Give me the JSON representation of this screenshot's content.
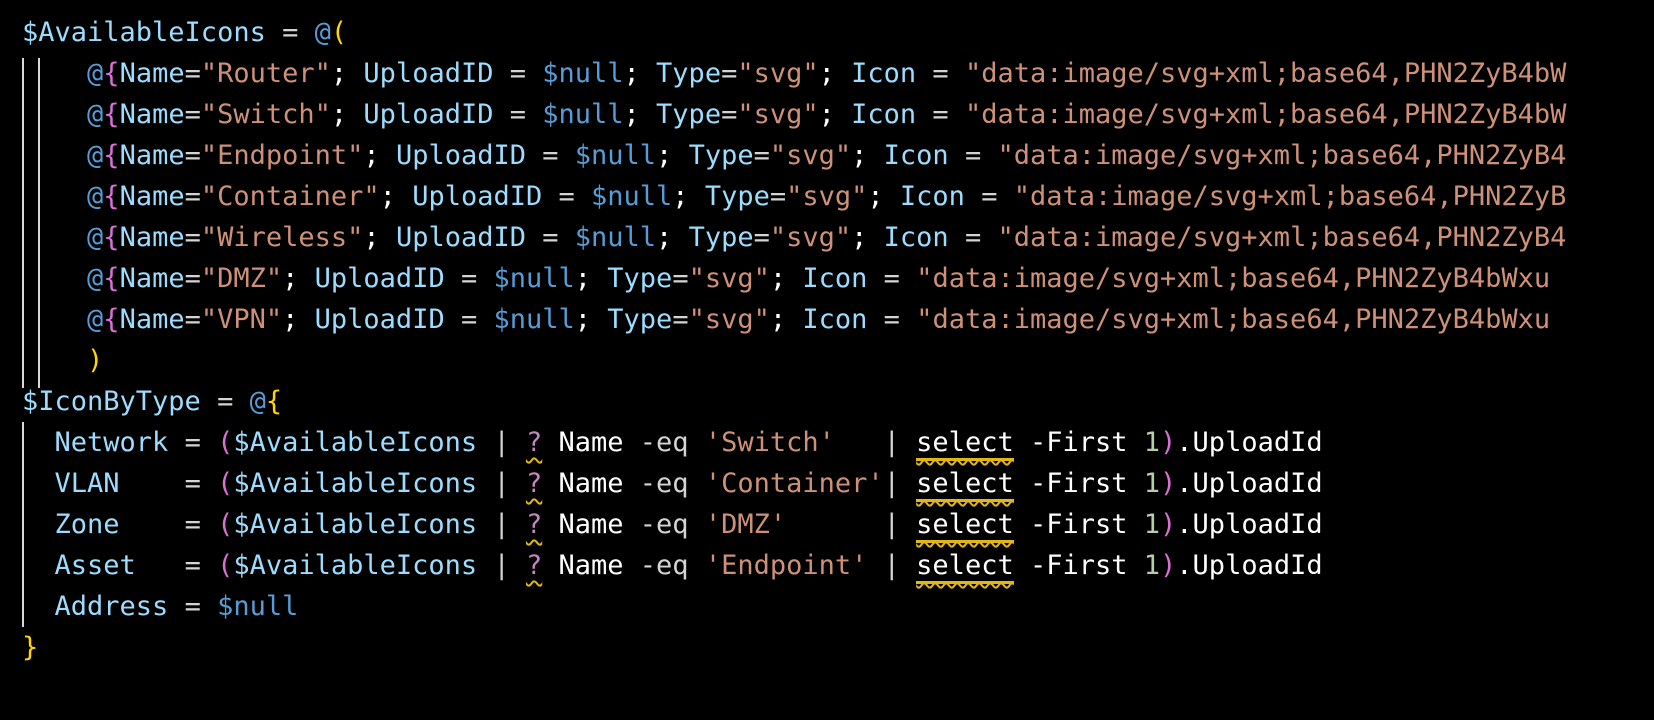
{
  "editor": {
    "language": "powershell",
    "lines": [
      [
        [
          "$AvailableIcons",
          "var"
        ],
        [
          " = ",
          "op"
        ],
        [
          "@",
          "at"
        ],
        [
          "(",
          "br1"
        ]
      ],
      [
        [
          "    ",
          "op"
        ],
        [
          "@",
          "at"
        ],
        [
          "{",
          "br2"
        ],
        [
          "Name",
          "key"
        ],
        [
          "=",
          "op"
        ],
        [
          "\"Router\"",
          "str"
        ],
        [
          "; ",
          "plain"
        ],
        [
          "UploadID",
          "key"
        ],
        [
          " = ",
          "op"
        ],
        [
          "$null",
          "nul"
        ],
        [
          "; ",
          "plain"
        ],
        [
          "Type",
          "key"
        ],
        [
          "=",
          "op"
        ],
        [
          "\"svg\"",
          "str"
        ],
        [
          "; ",
          "plain"
        ],
        [
          "Icon",
          "key"
        ],
        [
          " = ",
          "op"
        ],
        [
          "\"data:image/svg+xml;base64,PHN2ZyB4bW",
          "str"
        ]
      ],
      [
        [
          "    ",
          "op"
        ],
        [
          "@",
          "at"
        ],
        [
          "{",
          "br2"
        ],
        [
          "Name",
          "key"
        ],
        [
          "=",
          "op"
        ],
        [
          "\"Switch\"",
          "str"
        ],
        [
          "; ",
          "plain"
        ],
        [
          "UploadID",
          "key"
        ],
        [
          " = ",
          "op"
        ],
        [
          "$null",
          "nul"
        ],
        [
          "; ",
          "plain"
        ],
        [
          "Type",
          "key"
        ],
        [
          "=",
          "op"
        ],
        [
          "\"svg\"",
          "str"
        ],
        [
          "; ",
          "plain"
        ],
        [
          "Icon",
          "key"
        ],
        [
          " = ",
          "op"
        ],
        [
          "\"data:image/svg+xml;base64,PHN2ZyB4bW",
          "str"
        ]
      ],
      [
        [
          "    ",
          "op"
        ],
        [
          "@",
          "at"
        ],
        [
          "{",
          "br2"
        ],
        [
          "Name",
          "key"
        ],
        [
          "=",
          "op"
        ],
        [
          "\"Endpoint\"",
          "str"
        ],
        [
          "; ",
          "plain"
        ],
        [
          "UploadID",
          "key"
        ],
        [
          " = ",
          "op"
        ],
        [
          "$null",
          "nul"
        ],
        [
          "; ",
          "plain"
        ],
        [
          "Type",
          "key"
        ],
        [
          "=",
          "op"
        ],
        [
          "\"svg\"",
          "str"
        ],
        [
          "; ",
          "plain"
        ],
        [
          "Icon",
          "key"
        ],
        [
          " = ",
          "op"
        ],
        [
          "\"data:image/svg+xml;base64,PHN2ZyB4",
          "str"
        ]
      ],
      [
        [
          "    ",
          "op"
        ],
        [
          "@",
          "at"
        ],
        [
          "{",
          "br2"
        ],
        [
          "Name",
          "key"
        ],
        [
          "=",
          "op"
        ],
        [
          "\"Container\"",
          "str"
        ],
        [
          "; ",
          "plain"
        ],
        [
          "UploadID",
          "key"
        ],
        [
          " = ",
          "op"
        ],
        [
          "$null",
          "nul"
        ],
        [
          "; ",
          "plain"
        ],
        [
          "Type",
          "key"
        ],
        [
          "=",
          "op"
        ],
        [
          "\"svg\"",
          "str"
        ],
        [
          "; ",
          "plain"
        ],
        [
          "Icon",
          "key"
        ],
        [
          " = ",
          "op"
        ],
        [
          "\"data:image/svg+xml;base64,PHN2ZyB",
          "str"
        ]
      ],
      [
        [
          "    ",
          "op"
        ],
        [
          "@",
          "at"
        ],
        [
          "{",
          "br2"
        ],
        [
          "Name",
          "key"
        ],
        [
          "=",
          "op"
        ],
        [
          "\"Wireless\"",
          "str"
        ],
        [
          "; ",
          "plain"
        ],
        [
          "UploadID",
          "key"
        ],
        [
          " = ",
          "op"
        ],
        [
          "$null",
          "nul"
        ],
        [
          "; ",
          "plain"
        ],
        [
          "Type",
          "key"
        ],
        [
          "=",
          "op"
        ],
        [
          "\"svg\"",
          "str"
        ],
        [
          "; ",
          "plain"
        ],
        [
          "Icon",
          "key"
        ],
        [
          " = ",
          "op"
        ],
        [
          "\"data:image/svg+xml;base64,PHN2ZyB4",
          "str"
        ]
      ],
      [
        [
          "    ",
          "op"
        ],
        [
          "@",
          "at"
        ],
        [
          "{",
          "br2"
        ],
        [
          "Name",
          "key"
        ],
        [
          "=",
          "op"
        ],
        [
          "\"DMZ\"",
          "str"
        ],
        [
          "; ",
          "plain"
        ],
        [
          "UploadID",
          "key"
        ],
        [
          " = ",
          "op"
        ],
        [
          "$null",
          "nul"
        ],
        [
          "; ",
          "plain"
        ],
        [
          "Type",
          "key"
        ],
        [
          "=",
          "op"
        ],
        [
          "\"svg\"",
          "str"
        ],
        [
          "; ",
          "plain"
        ],
        [
          "Icon",
          "key"
        ],
        [
          " = ",
          "op"
        ],
        [
          "\"data:image/svg+xml;base64,PHN2ZyB4bWxu",
          "str"
        ]
      ],
      [
        [
          "    ",
          "op"
        ],
        [
          "@",
          "at"
        ],
        [
          "{",
          "br2"
        ],
        [
          "Name",
          "key"
        ],
        [
          "=",
          "op"
        ],
        [
          "\"VPN\"",
          "str"
        ],
        [
          "; ",
          "plain"
        ],
        [
          "UploadID",
          "key"
        ],
        [
          " = ",
          "op"
        ],
        [
          "$null",
          "nul"
        ],
        [
          "; ",
          "plain"
        ],
        [
          "Type",
          "key"
        ],
        [
          "=",
          "op"
        ],
        [
          "\"svg\"",
          "str"
        ],
        [
          "; ",
          "plain"
        ],
        [
          "Icon",
          "key"
        ],
        [
          " = ",
          "op"
        ],
        [
          "\"data:image/svg+xml;base64,PHN2ZyB4bWxu",
          "str"
        ]
      ],
      [
        [
          "    ",
          "op"
        ],
        [
          ")",
          "br1"
        ]
      ],
      [
        [
          "$IconByType",
          "var"
        ],
        [
          " = ",
          "op"
        ],
        [
          "@",
          "at"
        ],
        [
          "{",
          "br1"
        ]
      ],
      [
        [
          "  ",
          "op"
        ],
        [
          "Network",
          "key"
        ],
        [
          " = ",
          "op"
        ],
        [
          "(",
          "br2"
        ],
        [
          "$AvailableIcons",
          "var"
        ],
        [
          " | ",
          "op"
        ],
        [
          "?",
          "q"
        ],
        [
          " Name ",
          "plain"
        ],
        [
          "-eq",
          "op"
        ],
        [
          " ",
          "op"
        ],
        [
          "'Switch'",
          "str"
        ],
        [
          "   | ",
          "op"
        ],
        [
          "select",
          "warn"
        ],
        [
          " -First ",
          "plain"
        ],
        [
          "1",
          "num"
        ],
        [
          ")",
          "br2"
        ],
        [
          ".UploadId",
          "plain"
        ]
      ],
      [
        [
          "  ",
          "op"
        ],
        [
          "VLAN",
          "key"
        ],
        [
          "    = ",
          "op"
        ],
        [
          "(",
          "br2"
        ],
        [
          "$AvailableIcons",
          "var"
        ],
        [
          " | ",
          "op"
        ],
        [
          "?",
          "q"
        ],
        [
          " Name ",
          "plain"
        ],
        [
          "-eq",
          "op"
        ],
        [
          " ",
          "op"
        ],
        [
          "'Container'",
          "str"
        ],
        [
          "| ",
          "op"
        ],
        [
          "select",
          "warn"
        ],
        [
          " -First ",
          "plain"
        ],
        [
          "1",
          "num"
        ],
        [
          ")",
          "br2"
        ],
        [
          ".UploadId",
          "plain"
        ]
      ],
      [
        [
          "  ",
          "op"
        ],
        [
          "Zone",
          "key"
        ],
        [
          "    = ",
          "op"
        ],
        [
          "(",
          "br2"
        ],
        [
          "$AvailableIcons",
          "var"
        ],
        [
          " | ",
          "op"
        ],
        [
          "?",
          "q"
        ],
        [
          " Name ",
          "plain"
        ],
        [
          "-eq",
          "op"
        ],
        [
          " ",
          "op"
        ],
        [
          "'DMZ'",
          "str"
        ],
        [
          "      | ",
          "op"
        ],
        [
          "select",
          "warn"
        ],
        [
          " -First ",
          "plain"
        ],
        [
          "1",
          "num"
        ],
        [
          ")",
          "br2"
        ],
        [
          ".UploadId",
          "plain"
        ]
      ],
      [
        [
          "  ",
          "op"
        ],
        [
          "Asset",
          "key"
        ],
        [
          "   = ",
          "op"
        ],
        [
          "(",
          "br2"
        ],
        [
          "$AvailableIcons",
          "var"
        ],
        [
          " | ",
          "op"
        ],
        [
          "?",
          "q"
        ],
        [
          " Name ",
          "plain"
        ],
        [
          "-eq",
          "op"
        ],
        [
          " ",
          "op"
        ],
        [
          "'Endpoint'",
          "str"
        ],
        [
          " | ",
          "op"
        ],
        [
          "select",
          "warn"
        ],
        [
          " -First ",
          "plain"
        ],
        [
          "1",
          "num"
        ],
        [
          ")",
          "br2"
        ],
        [
          ".UploadId",
          "plain"
        ]
      ],
      [
        [
          "  ",
          "op"
        ],
        [
          "Address",
          "key"
        ],
        [
          " = ",
          "op"
        ],
        [
          "$null",
          "nul"
        ]
      ],
      [
        [
          "}",
          "br1"
        ]
      ]
    ]
  }
}
